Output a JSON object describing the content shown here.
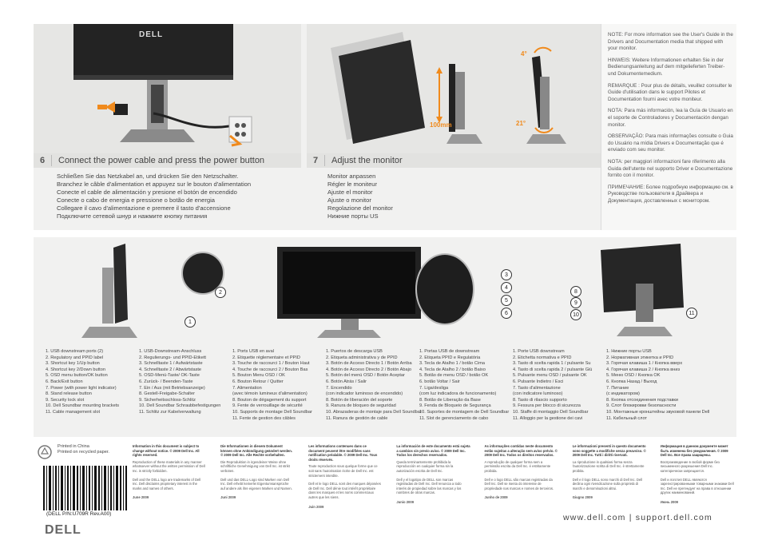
{
  "step6": {
    "number": "6",
    "title": "Connect the power cable and press the power button",
    "translations": [
      "Schließen Sie das Netzkabel an, und drücken Sie den Netzschalter.",
      "Branchez le câble d'alimentation et appuyez sur le bouton d'alimentation",
      "Conecte el cable de alimentación y presione el botón de encendido",
      "Conecte o cabo de energia e pressione o botão de energia",
      "Collegare il cavo d'alimentazione e premere il tasto d'accensione",
      "Подключите сетевой шнур и нажмите кнопку питания"
    ]
  },
  "step7": {
    "number": "7",
    "title": "Adjust the monitor",
    "translations": [
      "Monitor anpassen",
      "Régler le moniteur",
      "Ajuste el monitor",
      "Ajuste o monitor",
      "Regolazione del monitor",
      "Нижние порты US"
    ],
    "labels": {
      "height": "100mm",
      "tilt_up": "4°",
      "tilt_down": "21°"
    }
  },
  "top_logo": "DELL",
  "notes": [
    "NOTE: For more information see the User's Guide in the Drivers and Documentation media that shipped with your monitor.",
    "HINWEIS: Weitere Informationen erhalten Sie in der Bedienungsanleitung auf dem mitgelieferten Treiber- und Dokumentemedium.",
    "REMARQUE : Pour plus de détails, veuillez consulter le Guide d'utilisation dans le support Pilotes et Documentation fourni avec votre moniteur.",
    "NOTA: Para más información, lea la Guía de Usuario en el soporte de Controladores y Documentación dengan monitor.",
    "OBSERVAÇÃO: Para mais informações consulte o Guia do Usuário na mídia Drivers e Documentação que é enviado com seu monitor.",
    "NOTA: per maggiori informazioni fare riferimento alla Guida dell'utente nel supporto Driver e Documentazione fornito con il monitor.",
    "ПРИМЕЧАНИЕ: Более подробную информацию см. в Руководстве пользователя в Драйвера и Документация, доставленных с монитором."
  ],
  "callouts": [
    "1",
    "2",
    "3",
    "4",
    "5",
    "6",
    "8",
    "9",
    "10",
    "11"
  ],
  "columns": [
    [
      "1. USB downstream ports (2)",
      "2. Regulatory and PPID label",
      "3. Shortcut key 1/Up button",
      "4. Shortcut key 2/Down button",
      "5. OSD menu button/OK button",
      "6. Back/Exit button",
      "7. Power (with power light indicator)",
      "8. Stand release button",
      "9. Security lock slot",
      "10. Dell Soundbar mounting brackets",
      "11. Cable management slot"
    ],
    [
      "1. USB-Downstream-Anschluss",
      "2. Regulierungs- und PPID-Etikett",
      "3. Schnelltaste 1 / Aufwärtstaste",
      "4. Schnelltaste 2 / Abwärtstaste",
      "5. OSD-Menü-Taste/ OK-Taste",
      "6. Zurück- / Beenden-Taste",
      "7. Ein / Aus (mit Betriebsanzeige)",
      "8. Gestell-Freigabe-Schalter",
      "9. Sicherheitsschloss-Schlitz",
      "10. Dell Soundbar Schraubbefestigungen",
      "11. Schlitz zur Kabelverwaltung"
    ],
    [
      "1. Ports USB en aval",
      "2. Etiquette réglementaire et PPID",
      "3. Touche de raccourci 1 / Bouton Haut",
      "4. Touche de raccourci 2 / Bouton Bas",
      "5. Bouton Menu OSD / OK",
      "6. Bouton Retour / Quitter",
      "7. Alimentation",
      "   (avec témoin lumineux d'alimentation)",
      "8. Bouton de dégagement du support",
      "9. Fente de verrouillage de sécurité",
      "10. Supports de montage Dell Soundbar",
      "11. Fente de gestion des câbles"
    ],
    [
      "1. Puertos de descarga USB",
      "2. Etiqueta administrativa y de PPID",
      "3. Botón de Acceso Directo 1 / Botón Arriba",
      "4. Botón de Acceso Directo 2 / Botón Abajo",
      "5. Botón del menú OSD / Botón Aceptar",
      "6. Botón Atrás / Salir",
      "7. Encendido",
      "   (con indicador luminoso de encendido)",
      "8. Botón de liberación del soporte",
      "9. Ranura de bloqueo de seguridad",
      "10. Abrazaderas de montaje para Dell Soundbar",
      "11. Ranura de gestión de cable"
    ],
    [
      "1. Portas USB de downstream",
      "2. Etiqueta PPID e Regulatória",
      "3. Tecla de Atalho 1 / botão Cima",
      "4. Tecla de Atalho 2 / botão Baixo",
      "5. Botão de menu OSD / botão OK",
      "6. botão Voltar / Sair",
      "7. Liga/desliga",
      "   (com luz indicadora de funcionamento)",
      "8. Botão de Liberação da Base",
      "9. Fenda de Bloqueio de Segurança",
      "10. Suportes de montagem de Dell Soundbar",
      "11. Slot de gerenciamento de cabo"
    ],
    [
      "1. Porte USB downstream",
      "2. Etichetta normativa e PPID",
      "3. Tasto di scelta rapida 1 / pulsante Su",
      "4. Tasto di scelta rapida 2 / pulsante Giù",
      "5. Pulsante menu OSD / pulsante OK",
      "6. Pulsante Indietro / Esci",
      "7. Tasto d'alimentazione",
      "   (con indicatore luminoso)",
      "8. Tasto di rilascio supporto",
      "9. Fessura per blocco di sicurezza",
      "10. Staffe di montaggio Dell Soundbar",
      "11. Alloggio per la gestione dei cavi"
    ],
    [
      "1. Нижние порты USB",
      "2. Нормативная этикетка и PPID",
      "3. Горячая клавиша 1 / Кнопка вверх",
      "4. Горячая клавиша 2 / Кнопка вниз",
      "5. Меню OSD / Кнопка OK",
      "6. Кнопка Назад / Выход",
      "7. Питание",
      "   (с индикатором)",
      "8. Кнопка отсоединения подставки",
      "9. Слот блокировки безопасности",
      "10. Монтажные кронштейны звуковой панели Dell",
      "11. Кабельный слот"
    ]
  ],
  "print": {
    "line1": "Printed in China",
    "line2": "Printed on recycled paper."
  },
  "part_number": "(DELL P/N:U709R Rev.A00)",
  "bottom_logo": "DELL",
  "website": "www.dell.com | support.dell.com",
  "legal": [
    {
      "bold": "Information in this document is subject to change without notice.\n© 2009 Dell Inc. All rights reserved.",
      "p1": "Reproduction of these materials in any manner whatsoever without the written permission of Dell Inc. is strictly forbidden.",
      "p2": "Dell and the DELL logo are trademarks of Dell Inc. Dell disclaims proprietary interest in the marks and names of others.",
      "date": "June 2009"
    },
    {
      "bold": "Die Informationen in diesem Dokument können ohne Ankündigung geändert werden.\n© 2009 Dell Inc. Alle Rechte vorbehalten.",
      "p1": "Die Reproduktion in irgendeiner Weise ohne schriftliche Genehmigung von Dell Inc. ist strikt verboten.",
      "p2": "Dell und das DELL-Logo sind Marken von Dell Inc. Dell erhebt keinerlei Eigentumsansprüche auf andere als ihre eigenen Marken und Namen.",
      "date": "Juni 2009"
    },
    {
      "bold": "Les informations contenues dans ce document peuvent être modifiées sans notification préalable.\n© 2009 Dell Inc. Tous droits réservés.",
      "p1": "Toute reproduction sous quelque forme que ce soit sans l'autorisation écrite de Dell Inc. est strictement interdite.",
      "p2": "Dell et le logo DELL sont des marques déposées de Dell Inc. Dell dénie tout intérêt propriétaire dans les marques et les noms commerciaux autres que les siens.",
      "date": "Juin 2009"
    },
    {
      "bold": "La información de este documento está sujeta a cambios sin previo aviso.\n© 2009 Dell Inc. Todos los derechos reservados.",
      "p1": "Queda terminantemente prohibida la reproducción en cualquier forma sin la autorización escrita de Dell Inc.",
      "p2": "Dell y el logotipo de DELL son marcas registradas de Dell Inc. Dell renuncia a todo interés de propiedad sobre las marcas y los nombres de otras marcas.",
      "date": "Junio 2009"
    },
    {
      "bold": "As informações contidas neste documento estão sujeitas a alteração sem aviso prévio.\n© 2009 Dell Inc. Todos os direitos reservados.",
      "p1": "A reprodução de qualquer forma sem a permissão escrita da Dell Inc. é estritamente proibida.",
      "p2": "Dell e o logo DELL são marcas registradas da Dell Inc. Dell se isenta do interesse de propriedade nas marcas e nomes de terceiros.",
      "date": "Junho de 2009"
    },
    {
      "bold": "Le informazioni presenti in questo documento sono soggette a modifiche senza preavviso.\n© 2009 Dell Inc. Tutti i diritti riservati.",
      "p1": "La riproduzione in qualsiasi forma senza l'autorizzazione scritta di Dell Inc. è strettamente proibita.",
      "p2": "Dell e il logo DELL sono marchi di Dell Inc. Dell declina ogni rivendicazione sulla proprietà di marchi e denominazioni altrui.",
      "date": "Giugno 2009"
    },
    {
      "bold": "Информация в данном документе может быть изменена без уведомления.\n© 2009 Dell Inc. Все права защищены.",
      "p1": "Воспроизведение в любой форме без письменного разрешения Dell Inc. категорически запрещается.",
      "p2": "Dell и логотип DELL являются зарегистрированными товарными знаками Dell Inc. Dell не претендует на права в отношении других наименований.",
      "date": "Июнь 2009"
    }
  ]
}
